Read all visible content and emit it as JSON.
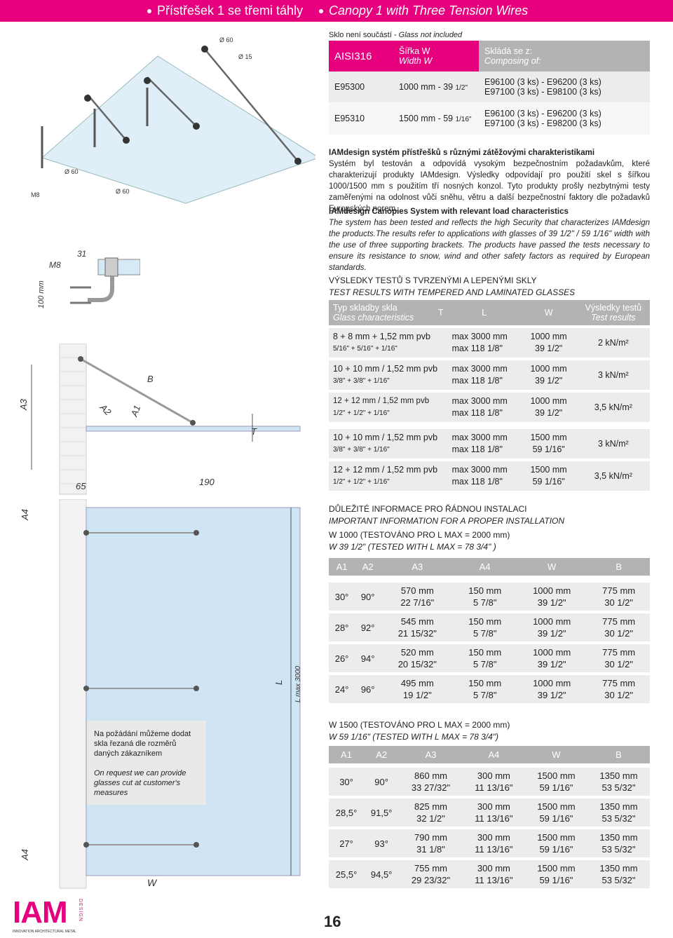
{
  "header": {
    "title_cz": "Přístřešek 1 se třemi táhly",
    "title_en": "Canopy 1 with Three Tension Wires"
  },
  "glass_note": {
    "cz": "Sklo není součástí - ",
    "en": "Glass not included"
  },
  "product_table": {
    "material": "AISI316",
    "width_cz": "Šířka W",
    "width_en": "Width W",
    "composing_cz": "Skládá se z:",
    "composing_en": "Composing of:",
    "rows": [
      {
        "code": "E95300",
        "width_mm": "1000 mm - 39 ",
        "width_in": "1/2\"",
        "parts": [
          "E96100 (3 ks) - E96200 (3 ks)",
          "E97100 (3 ks) - E98100 (3 ks)"
        ]
      },
      {
        "code": "E95310",
        "width_mm": "1500 mm - 59 ",
        "width_in": "1/16\"",
        "parts": [
          "E96100 (3 ks) - E96200 (3 ks)",
          "E97100 (3 ks) - E98200 (3 ks)"
        ]
      }
    ]
  },
  "desc_cz": {
    "title": "IAMdesign systém přístřešků s různými zátěžovými charakteristikami",
    "body": "Systém byl testován a odpovídá vysokým bezpečnostním požadavkům, které charakterizují produkty IAMdesign. Výsledky odpovídají pro použití skel s šířkou 1000/1500 mm s použitím tří nosných konzol. Tyto produkty prošly nezbytnými testy zaměřenými na odolnost vůči sněhu, větru a další bezpečnostní faktory dle požadavků Evropských norem."
  },
  "desc_en": {
    "title": "IAMdesign Canopies System with relevant load characteristics",
    "body": "The system has been tested and reflects the high Security that characterizes IAMdesign the products.The results refer to applications with glasses of 39 1/2\" / 59 1/16\" width with the use of three supporting brackets. The products have passed the tests necessary to ensure its resistance to snow, wind and other safety factors as required by European standards."
  },
  "results": {
    "title_cz": "VÝSLEDKY TESTŮ S TVRZENÝMI A LEPENÝMI SKLY",
    "title_en": "TEST RESULTS WITH TEMPERED AND LAMINATED GLASSES",
    "headers": {
      "glass_cz": "Typ skladby skla",
      "glass_en": "Glass characteristics",
      "t": "T",
      "l": "L",
      "w": "W",
      "res_cz": "Výsledky testů",
      "res_en": "Test results"
    },
    "rows": [
      {
        "glass": "8 + 8 mm + 1,52 mm pvb",
        "glass_in": "5/16\" + 5/16\" + 1/16\"",
        "l": "max 3000 mm",
        "l_in": "max 118 1/8\"",
        "w": "1000 mm",
        "w_in": "39 1/2\"",
        "res": "2 kN/m²"
      },
      {
        "glass": "10 + 10 mm / 1,52 mm pvb",
        "glass_in": "3/8\" + 3/8\" + 1/16\"",
        "l": "max 3000 mm",
        "l_in": "max 118 1/8\"",
        "w": "1000 mm",
        "w_in": "39 1/2\"",
        "res": "3 kN/m²"
      },
      {
        "glass": "12 + 12 mm / 1,52 mm pvb",
        "glass_in": "1/2\" + 1/2\" + 1/16\"",
        "l": "max 3000 mm",
        "l_in": "max 118 1/8\"",
        "w": "1000 mm",
        "w_in": "39 1/2\"",
        "res": "3,5 kN/m²"
      },
      {
        "glass": "10 + 10 mm / 1,52 mm pvb",
        "glass_in": "3/8\" + 3/8\" + 1/16\"",
        "l": "max 3000 mm",
        "l_in": "max 118 1/8\"",
        "w": "1500 mm",
        "w_in": "59 1/16\"",
        "res": "3 kN/m²"
      },
      {
        "glass": "12 + 12 mm / 1,52 mm pvb",
        "glass_in": "1/2\" + 1/2\" + 1/16\"",
        "l": "max 3000 mm",
        "l_in": "max 118 1/8\"",
        "w": "1500 mm",
        "w_in": "59 1/16\"",
        "res": "3,5 kN/m²"
      }
    ]
  },
  "install": {
    "title_cz": "DŮLEŽITÉ INFORMACE PRO ŘÁDNOU INSTALACI",
    "title_en": "IMPORTANT INFORMATION FOR A PROPER INSTALLATION",
    "w1000_cz": "W 1000 (TESTOVÁNO PRO L MAX = 2000 mm)",
    "w1000_en": "W 39 1/2\" (TESTED WITH L MAX = 78 3/4\" )",
    "w1500_cz": "W 1500 (TESTOVÁNO PRO L MAX = 2000 mm)",
    "w1500_en": "W 59 1/16\" (TESTED WITH L MAX = 78 3/4\")",
    "headers": [
      "A1",
      "A2",
      "A3",
      "A4",
      "W",
      "B"
    ],
    "rows_1000": [
      [
        "30°",
        "90°",
        "570 mm",
        "22 7/16\"",
        "150 mm",
        "5 7/8\"",
        "1000 mm",
        "39 1/2\"",
        "775 mm",
        "30 1/2\""
      ],
      [
        "28°",
        "92°",
        "545 mm",
        "21 15/32\"",
        "150 mm",
        "5 7/8\"",
        "1000 mm",
        "39 1/2\"",
        "775 mm",
        "30 1/2\""
      ],
      [
        "26°",
        "94°",
        "520 mm",
        "20 15/32\"",
        "150 mm",
        "5 7/8\"",
        "1000 mm",
        "39 1/2\"",
        "775 mm",
        "30 1/2\""
      ],
      [
        "24°",
        "96°",
        "495 mm",
        "19 1/2\"",
        "150 mm",
        "5 7/8\"",
        "1000 mm",
        "39 1/2\"",
        "775 mm",
        "30 1/2\""
      ]
    ],
    "rows_1500": [
      [
        "30°",
        "90°",
        "860 mm",
        "33 27/32\"",
        "300 mm",
        "11 13/16\"",
        "1500 mm",
        "59 1/16\"",
        "1350 mm",
        "53 5/32\""
      ],
      [
        "28,5°",
        "91,5°",
        "825 mm",
        "32 1/2\"",
        "300 mm",
        "11 13/16\"",
        "1500 mm",
        "59 1/16\"",
        "1350 mm",
        "53 5/32\""
      ],
      [
        "27°",
        "93°",
        "790 mm",
        "31 1/8\"",
        "300 mm",
        "11 13/16\"",
        "1500 mm",
        "59 1/16\"",
        "1350 mm",
        "53 5/32\""
      ],
      [
        "25,5°",
        "94,5°",
        "755 mm",
        "29 23/32\"",
        "300 mm",
        "11 13/16\"",
        "1500 mm",
        "59 1/16\"",
        "1350 mm",
        "53 5/32\""
      ]
    ]
  },
  "drawing_labels": {
    "d60_top": "Ø 60",
    "d15": "Ø 15",
    "d60_left": "Ø 60",
    "d60_bottom": "Ø 60",
    "m8": "M8",
    "m8_detail": "M8",
    "dim31": "31",
    "dim100": "100 mm",
    "a3": "A3",
    "a2": "A2",
    "a1": "A1",
    "b": "B",
    "t": "T",
    "dim65": "65",
    "dim190": "190",
    "a4_top": "A4",
    "a4_bottom": "A4",
    "l": "L",
    "lmax": "L max 3000",
    "w": "W"
  },
  "note_box": {
    "cz": "Na požádání můžeme dodat skla řezaná dle rozměrů daných zákazníkem",
    "en": "On request we can provide glasses cut at customer's measures"
  },
  "logo": {
    "text": "IAM",
    "design": "DESIGN",
    "tagline": "INNOVATION ARCHITECTURAL METAL"
  },
  "page_number": "16"
}
